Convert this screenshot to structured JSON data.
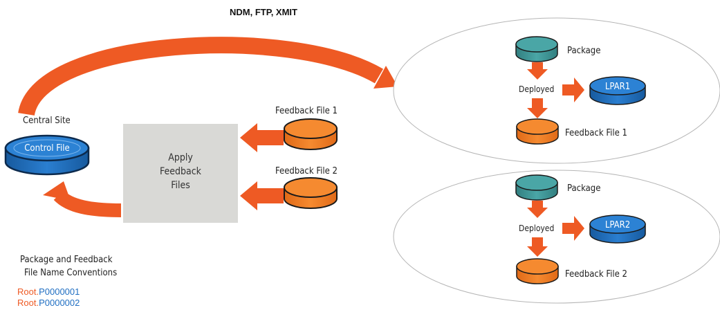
{
  "transfer_label": "NDM, FTP, XMIT",
  "central_site": {
    "title": "Central Site",
    "control_file": "Control File"
  },
  "apply_box": {
    "line1": "Apply",
    "line2": "Feedback",
    "line3": "Files"
  },
  "feedback_inputs": [
    "Feedback File 1",
    "Feedback File 2"
  ],
  "lpar_groups": [
    {
      "package": "Package",
      "deployed": "Deployed",
      "lpar": "LPAR1",
      "feedback": "Feedback File 1"
    },
    {
      "package": "Package",
      "deployed": "Deployed",
      "lpar": "LPAR2",
      "feedback": "Feedback File 2"
    }
  ],
  "naming": {
    "title_line1": "Package and Feedback",
    "title_line2": "File Name Conventions",
    "examples": [
      {
        "prefix": "Root.",
        "suffix": "P0000001"
      },
      {
        "prefix": "Root.",
        "suffix": "P0000002"
      }
    ]
  },
  "colors": {
    "arrow_orange": "#ee5a24",
    "disk_orange": "#f07d28",
    "disk_teal": "#3f9a9a",
    "disk_blue": "#1f6ec2",
    "apply_box": "#d9d9d6",
    "prefix_color": "#ee5a24",
    "suffix_color": "#1f6ec2"
  }
}
